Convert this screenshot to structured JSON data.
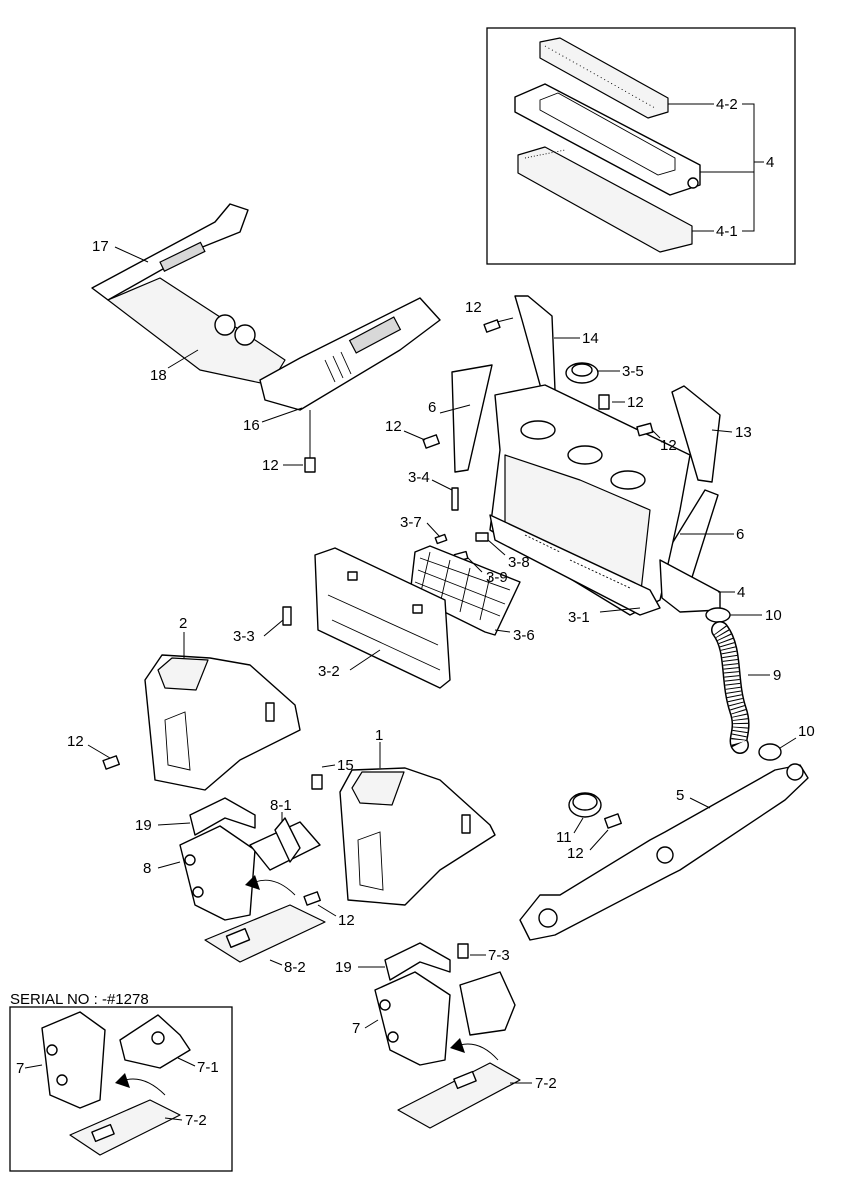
{
  "title": "",
  "inset_caption": "SERIAL NO : -#1278",
  "callouts": [
    {
      "id": "c4-2",
      "text": "4-2"
    },
    {
      "id": "c4",
      "text": "4"
    },
    {
      "id": "c4-1",
      "text": "4-1"
    },
    {
      "id": "c17",
      "text": "17"
    },
    {
      "id": "c18",
      "text": "18"
    },
    {
      "id": "c16",
      "text": "16"
    },
    {
      "id": "c12a",
      "text": "12"
    },
    {
      "id": "c12b",
      "text": "12"
    },
    {
      "id": "c14",
      "text": "14"
    },
    {
      "id": "c3-5",
      "text": "3-5"
    },
    {
      "id": "c12c",
      "text": "12"
    },
    {
      "id": "c6a",
      "text": "6"
    },
    {
      "id": "c12d",
      "text": "12"
    },
    {
      "id": "c12e",
      "text": "12"
    },
    {
      "id": "c13",
      "text": "13"
    },
    {
      "id": "c3-4",
      "text": "3-4"
    },
    {
      "id": "c6b",
      "text": "6"
    },
    {
      "id": "c3-7",
      "text": "3-7"
    },
    {
      "id": "c3-8",
      "text": "3-8"
    },
    {
      "id": "c3-9",
      "text": "3-9"
    },
    {
      "id": "c4b",
      "text": "4"
    },
    {
      "id": "c10a",
      "text": "10"
    },
    {
      "id": "c3-1",
      "text": "3-1"
    },
    {
      "id": "c3-6",
      "text": "3-6"
    },
    {
      "id": "c3-3",
      "text": "3-3"
    },
    {
      "id": "c2",
      "text": "2"
    },
    {
      "id": "c3-2",
      "text": "3-2"
    },
    {
      "id": "c9",
      "text": "9"
    },
    {
      "id": "c12f",
      "text": "12"
    },
    {
      "id": "c1",
      "text": "1"
    },
    {
      "id": "c10b",
      "text": "10"
    },
    {
      "id": "c15",
      "text": "15"
    },
    {
      "id": "c5",
      "text": "5"
    },
    {
      "id": "c19a",
      "text": "19"
    },
    {
      "id": "c8-1",
      "text": "8-1"
    },
    {
      "id": "c11",
      "text": "11"
    },
    {
      "id": "c8",
      "text": "8"
    },
    {
      "id": "c12g",
      "text": "12"
    },
    {
      "id": "c12h",
      "text": "12"
    },
    {
      "id": "c8-2",
      "text": "8-2"
    },
    {
      "id": "c19b",
      "text": "19"
    },
    {
      "id": "c7-3",
      "text": "7-3"
    },
    {
      "id": "c7a",
      "text": "7"
    },
    {
      "id": "c7-2a",
      "text": "7-2"
    },
    {
      "id": "c7b",
      "text": "7"
    },
    {
      "id": "c7-1",
      "text": "7-1"
    },
    {
      "id": "c7-2b",
      "text": "7-2"
    }
  ]
}
